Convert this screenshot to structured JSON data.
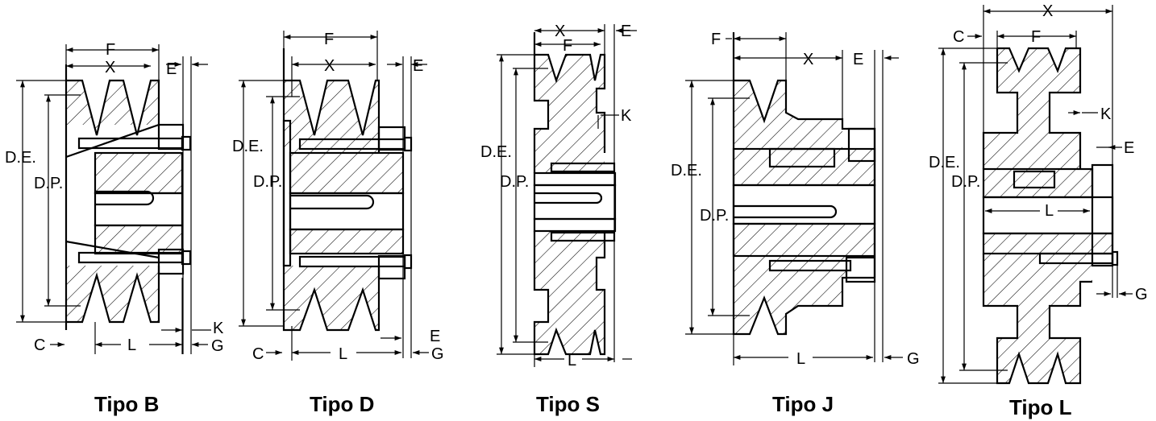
{
  "diagrams": [
    {
      "caption": "Tipo B",
      "labels": {
        "F": "F",
        "X": "X",
        "E": "E",
        "DE": "D.E.",
        "DP": "D.P.",
        "C": "C",
        "L": "L",
        "K": "K",
        "G": "G"
      }
    },
    {
      "caption": "Tipo D",
      "labels": {
        "F": "F",
        "X": "X",
        "E": "E",
        "E2": "E",
        "DE": "D.E.",
        "DP": "D.P.",
        "C": "C",
        "L": "L",
        "G": "G"
      }
    },
    {
      "caption": "Tipo S",
      "labels": {
        "X": "X",
        "F": "F",
        "E": "E",
        "K": "K",
        "DE": "D.E.",
        "DP": "D.P.",
        "L": "L"
      }
    },
    {
      "caption": "Tipo J",
      "labels": {
        "F": "F",
        "X": "X",
        "E": "E",
        "DE": "D.E.",
        "DP": "D.P.",
        "L": "L",
        "G": "G"
      }
    },
    {
      "caption": "Tipo L",
      "labels": {
        "X": "X",
        "C": "C",
        "F": "F",
        "K": "K",
        "E": "E",
        "DE": "D.E.",
        "DP": "D.P.",
        "L": "L",
        "G": "G"
      }
    }
  ]
}
